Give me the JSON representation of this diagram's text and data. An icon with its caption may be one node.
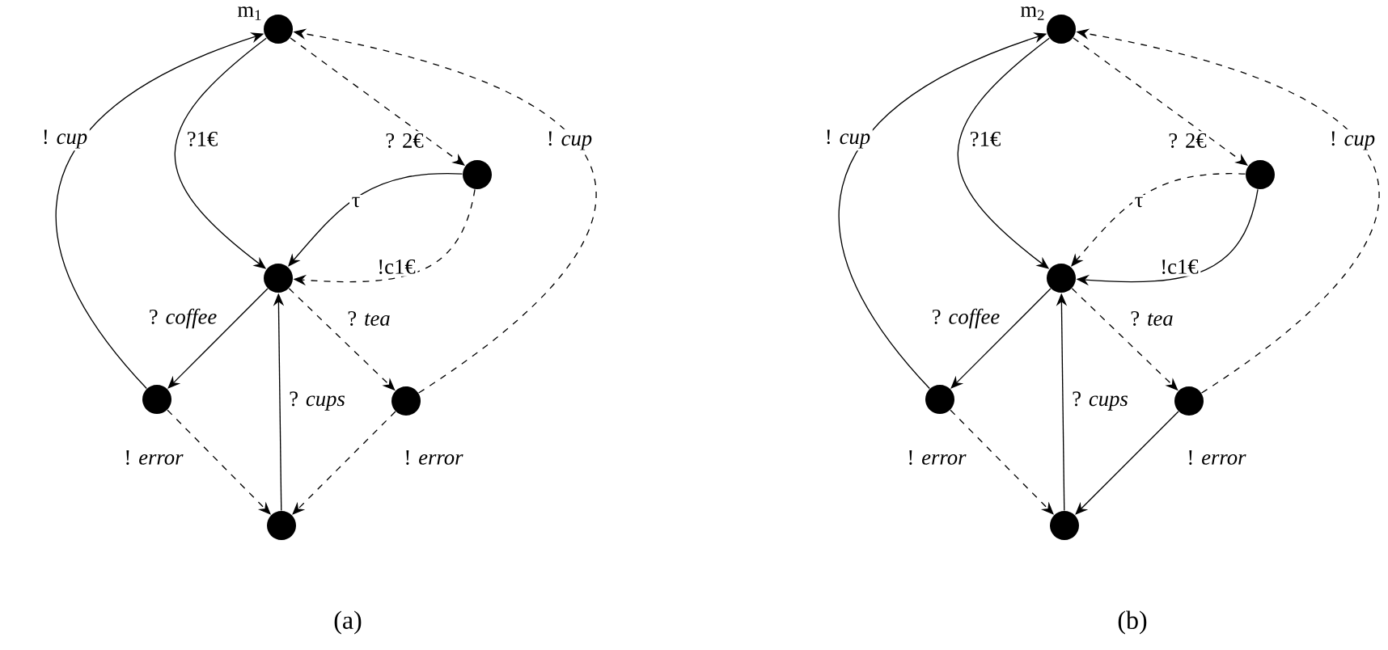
{
  "diagram": {
    "nodes": [
      {
        "text": [],
        "shape": "circle",
        "beside": [
          "m$_{1}$"
        ]
      },
      {
        "text": [],
        "shape": "circle"
      },
      {
        "text": [],
        "shape": "circle"
      },
      {
        "text": [],
        "shape": "circle"
      },
      {
        "text": [],
        "shape": "circle"
      },
      {
        "text": [],
        "shape": "circle"
      },
      {
        "text": [],
        "shape": "circle",
        "beside": [
          "m$_{2}$"
        ]
      },
      {
        "text": [],
        "shape": "circle"
      },
      {
        "text": [],
        "shape": "circle"
      },
      {
        "text": [],
        "shape": "circle"
      },
      {
        "text": [],
        "shape": "circle"
      },
      {
        "text": [],
        "shape": "circle"
      }
    ],
    "edges": [
      {
        "from": 3,
        "to": 0,
        "arrow": "to",
        "label": "! *cup*"
      },
      {
        "from": 0,
        "to": 2,
        "arrow": "to",
        "label": "?1€"
      },
      {
        "from": 0,
        "to": 1,
        "arrow": "to",
        "label": "? 2€",
        "style": "dashed"
      },
      {
        "from": 4,
        "to": 0,
        "arrow": "to",
        "label": "! *cup*",
        "style": "dashed"
      },
      {
        "from": 1,
        "to": 2,
        "arrow": "to",
        "label": "τ"
      },
      {
        "from": 1,
        "to": 2,
        "arrow": "to",
        "label": "!c1€",
        "style": "dashed"
      },
      {
        "from": 2,
        "to": 3,
        "arrow": "to",
        "label": "? *coffee*"
      },
      {
        "from": 2,
        "to": 4,
        "arrow": "to",
        "label": "? *tea*",
        "style": "dashed"
      },
      {
        "from": 5,
        "to": 2,
        "arrow": "to",
        "label": "? *cups*"
      },
      {
        "from": 3,
        "to": 5,
        "arrow": "to",
        "label": "! *error*",
        "style": "dashed"
      },
      {
        "from": 4,
        "to": 5,
        "arrow": "to",
        "label": "! *error*",
        "style": "dashed"
      },
      {
        "from": 9,
        "to": 6,
        "arrow": "to",
        "label": "! *cup*"
      },
      {
        "from": 6,
        "to": 8,
        "arrow": "to",
        "label": "?1€"
      },
      {
        "from": 6,
        "to": 7,
        "arrow": "to",
        "label": "? 2€",
        "style": "dashed"
      },
      {
        "from": 10,
        "to": 6,
        "arrow": "to",
        "label": "! *cup*",
        "style": "dashed"
      },
      {
        "from": 7,
        "to": 8,
        "arrow": "to",
        "label": "τ",
        "style": "dashed"
      },
      {
        "from": 7,
        "to": 8,
        "arrow": "to",
        "label": "!c1€"
      },
      {
        "from": 8,
        "to": 9,
        "arrow": "to",
        "label": "? *coffee*"
      },
      {
        "from": 8,
        "to": 10,
        "arrow": "to",
        "label": "? *tea*",
        "style": "dashed"
      },
      {
        "from": 11,
        "to": 8,
        "arrow": "to",
        "label": "? *cups*"
      },
      {
        "from": 9,
        "to": 11,
        "arrow": "to",
        "label": "! *error*",
        "style": "dashed"
      },
      {
        "from": 10,
        "to": 11,
        "arrow": "to",
        "label": "! *error*"
      }
    ],
    "labels": [
      "(a)",
      "(b)"
    ]
  }
}
